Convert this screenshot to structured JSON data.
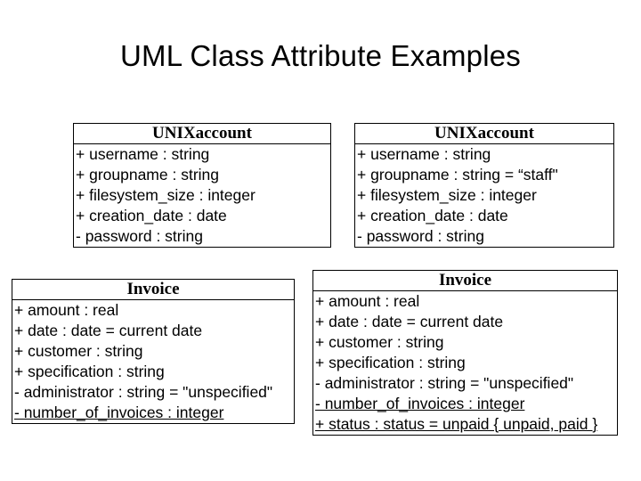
{
  "page": {
    "title": "UML Class Attribute Examples",
    "background_color": "#ffffff",
    "text_color": "#000000",
    "border_color": "#000000"
  },
  "diagram": {
    "type": "uml-class-diagram",
    "classes": [
      {
        "id": "unixaccount-basic",
        "name": "UNIXaccount",
        "attributes": [
          {
            "text": "+ username : string",
            "static": false
          },
          {
            "text": "+ groupname : string",
            "static": false
          },
          {
            "text": "+ filesystem_size : integer",
            "static": false
          },
          {
            "text": "+ creation_date : date",
            "static": false
          },
          {
            "text": "- password : string",
            "static": false
          }
        ]
      },
      {
        "id": "unixaccount-default",
        "name": "UNIXaccount",
        "attributes": [
          {
            "text": "+ username : string",
            "static": false
          },
          {
            "text": "+ groupname : string = “staff\"",
            "static": false
          },
          {
            "text": "+ filesystem_size : integer",
            "static": false
          },
          {
            "text": "+ creation_date : date",
            "static": false
          },
          {
            "text": "- password : string",
            "static": false
          }
        ]
      },
      {
        "id": "invoice-basic",
        "name": "Invoice",
        "attributes": [
          {
            "text": "+ amount : real",
            "static": false
          },
          {
            "text": "+ date : date = current date",
            "static": false
          },
          {
            "text": "+ customer : string",
            "static": false
          },
          {
            "text": "+ specification : string",
            "static": false
          },
          {
            "text": "- administrator : string = \"unspecified\"",
            "static": false
          },
          {
            "text": "- number_of_invoices : integer",
            "static": true
          }
        ]
      },
      {
        "id": "invoice-extended",
        "name": "Invoice",
        "attributes": [
          {
            "text": "+ amount : real",
            "static": false
          },
          {
            "text": "+ date : date = current date",
            "static": false
          },
          {
            "text": "+ customer : string",
            "static": false
          },
          {
            "text": "+ specification : string",
            "static": false
          },
          {
            "text": "- administrator : string = \"unspecified\"",
            "static": false
          },
          {
            "text": "- number_of_invoices : integer",
            "static": true
          },
          {
            "text": "+ status : status = unpaid { unpaid, paid }",
            "static": true
          }
        ]
      }
    ]
  }
}
